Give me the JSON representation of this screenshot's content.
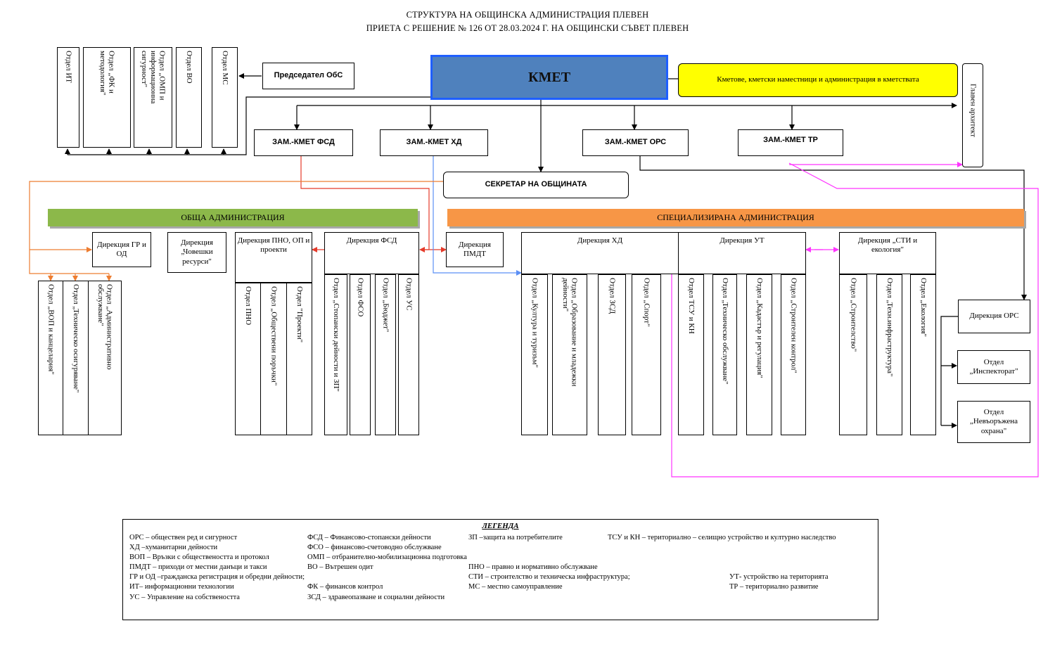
{
  "title": {
    "line1": "СТРУКТУРА НА ОБЩИНСКА АДМИНИСТРАЦИЯ ПЛЕВЕН",
    "line2": "ПРИЕТА С РЕШЕНИЕ № 126 ОТ 28.03.2024 Г. НА ОБЩИНСКИ СЪВЕТ ПЛЕВЕН"
  },
  "top": {
    "kmet": "КМЕТ",
    "mayors": "Кметове, кметски наместници и администрация в кметствата",
    "chairman": "Председател ОбС",
    "chief_architect": "Главен архитект",
    "secretary": "СЕКРЕТАР НА ОБЩИНАТА",
    "deputies": [
      "ЗАМ.-КМЕТ ФСД",
      "ЗАМ.-КМЕТ ХД",
      "ЗАМ.-КМЕТ ОРС",
      "ЗАМ.-КМЕТ ТР"
    ]
  },
  "council_units": [
    "Отдел ИТ",
    "Отдел „ФК и\nметодология\"",
    "Отдел „ОМП и\nинформационна\nсигурност\"",
    "Отдел ВО",
    "Отдел МС"
  ],
  "banners": {
    "general": "ОБЩА АДМИНИСТРАЦИЯ",
    "specialized": "СПЕЦИАЛИЗИРАНА  АДМИНИСТРАЦИЯ"
  },
  "directorates": {
    "gr": "Дирекция ГР и ОД",
    "hr": "Дирекция „Човешки ресурси\"",
    "pno": "Дирекция ПНО, ОП и проекти",
    "fsd": "Дирекция ФСД",
    "pmdt": "Дирекция ПМДТ",
    "hd": "Дирекция ХД",
    "ut": "Дирекция УТ",
    "sti": "Дирекция „СТИ и екология\"",
    "ors": "Дирекция ОРС"
  },
  "departments": {
    "gr": [
      "Отдел „ВОП и канцелария\"",
      "Отдел „Техническо осигуряване\"",
      "Отдел „Административно\nобслужване\""
    ],
    "pno": [
      "Отдел ПНО",
      "Отдел „Обществени поръчки\"",
      "Отдел \"Проекти\""
    ],
    "fsd": [
      "Отдел „Стопански дейности и ЗП\"",
      "Отдел ФСО",
      "Отдел „Бюджет\"",
      "Отдел УС"
    ],
    "hd": [
      "Отдел „Култура и туризъм\"",
      "Отдел „Образование и младежки\nдейности\"",
      "Отдел ЗСД",
      "Отдел „Спорт\""
    ],
    "ut": [
      "Отдел ТСУ и КН",
      "Отдел „Техническо обслужване\"",
      "Отдел „Кадастър и регулация\"",
      "Отдел „Строителен контрол\""
    ],
    "sti": [
      "Отдел „Строителство\"",
      "Отдел „Техн.инфраструктура\"",
      "Отдел „Екология\""
    ],
    "ors": [
      "Отдел „Инспекторат\"",
      "Отдел „Невъоръжена охрана\""
    ]
  },
  "legend": {
    "title": "ЛЕГЕНДА",
    "col1": [
      "ОРС – обществен ред и сигурност",
      "ХД –хуманитарни дейности",
      "ВОП – Връзки с обществеността и протокол",
      "ПМДТ – приходи от местни данъци и такси",
      "ГР и ОД –гражданска регистрация и обредни дейности;",
      "ИТ– информационни технологии",
      "УС – Управление на собствеността"
    ],
    "col2": [
      "ФСД – Финансово-стопански дейности",
      "ФСО – финансово-счетоводно обслужване",
      "ОМП – отбранително-мобилизационна подготовка",
      "ВО – Вътрешен одит",
      "ФК – финансов контрол",
      "ЗСД – здравеопазване и социални дейности"
    ],
    "col3": [
      "ЗП –защита на потребителите",
      "ПНО – правно и нормативно обслужване",
      "СТИ – строителство и техническа инфраструктура;",
      "МС – местно самоуправление"
    ],
    "col4": [
      "ТСУ и КН – териториално – селищно устройство и културно наследство"
    ],
    "col5": [
      "УТ- устройство на територията",
      "ТР – териториално развитие"
    ]
  },
  "colors": {
    "kmet_fill": "#4f81bd",
    "kmet_border": "#1f5fff",
    "mayors_fill": "#ffff00",
    "general_banner": "#8cb84a",
    "specialized_banner": "#f79646",
    "line_fsd": "#e53b2b",
    "line_hd": "#5b8ff5",
    "line_gr": "#ed7d31",
    "line_tr": "#ff33ff"
  }
}
